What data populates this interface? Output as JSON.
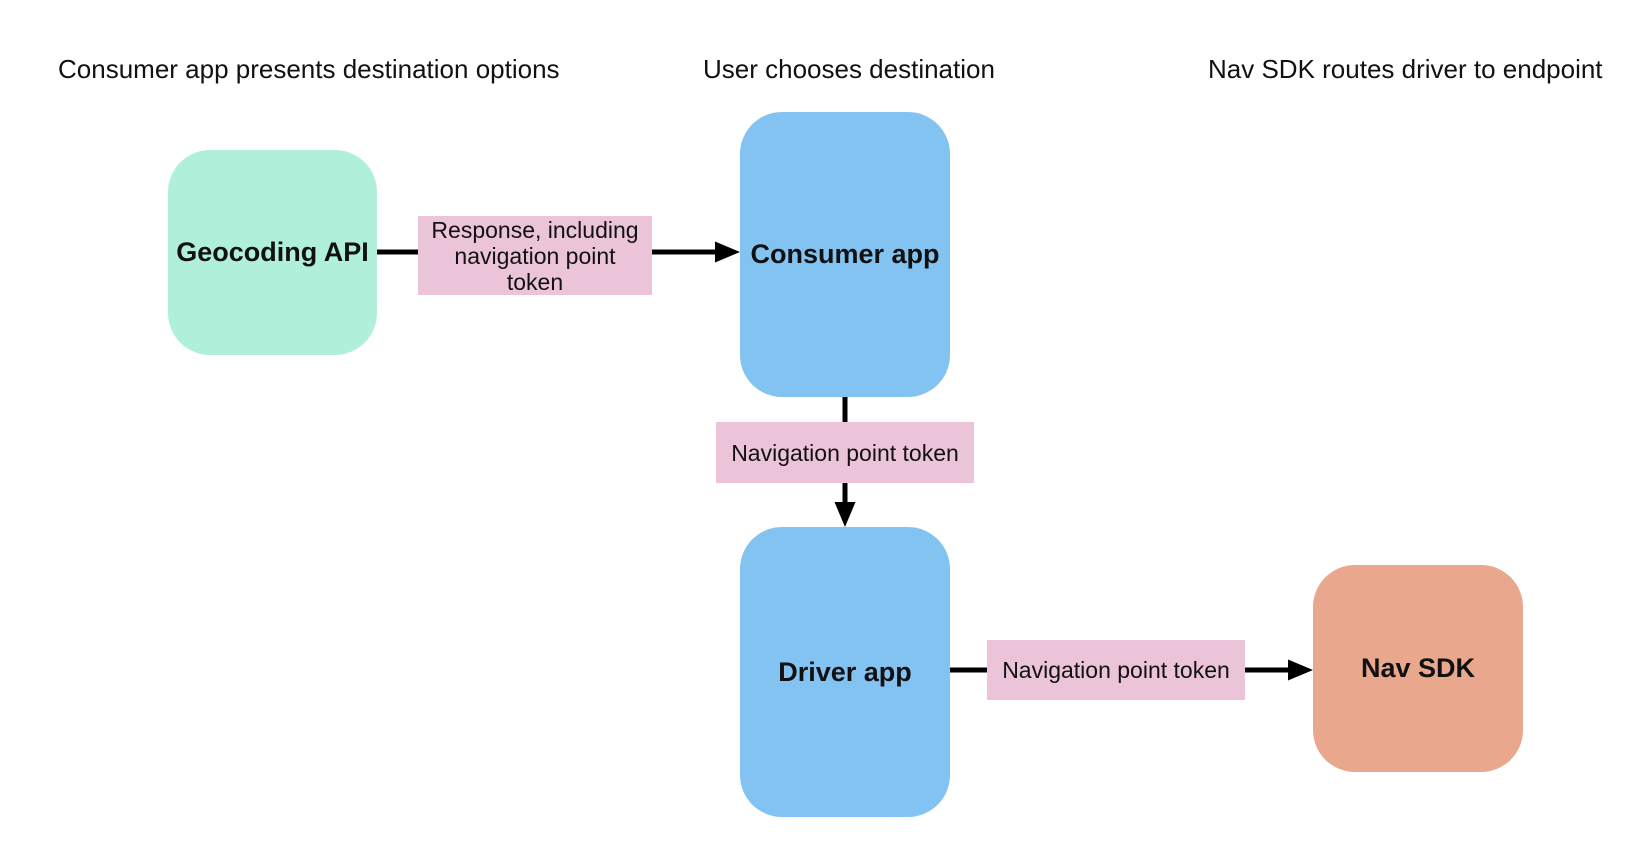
{
  "headings": [
    "Consumer app presents destination options",
    "User chooses destination",
    "Nav SDK routes driver to endpoint"
  ],
  "nodes": [
    {
      "id": "geocoding-api",
      "label": "Geocoding API",
      "fill": "#b0f0db"
    },
    {
      "id": "consumer-app",
      "label": "Consumer app",
      "fill": "#83c3f1"
    },
    {
      "id": "driver-app",
      "label": "Driver app",
      "fill": "#83c3f1"
    },
    {
      "id": "nav-sdk",
      "label": "Nav SDK",
      "fill": "#e9a88e"
    }
  ],
  "edges": [
    {
      "from": "geocoding-api",
      "to": "consumer-app",
      "label_lines": [
        "Response, including",
        "navigation point",
        "token"
      ],
      "label_fill": "#ecc4d9"
    },
    {
      "from": "consumer-app",
      "to": "driver-app",
      "label_lines": [
        "Navigation point token"
      ],
      "label_fill": "#ecc4d9"
    },
    {
      "from": "driver-app",
      "to": "nav-sdk",
      "label_lines": [
        "Navigation point token"
      ],
      "label_fill": "#ecc4d9"
    }
  ],
  "colors": {
    "background": "#ffffff",
    "connector": "#000000",
    "text": "#111111"
  }
}
